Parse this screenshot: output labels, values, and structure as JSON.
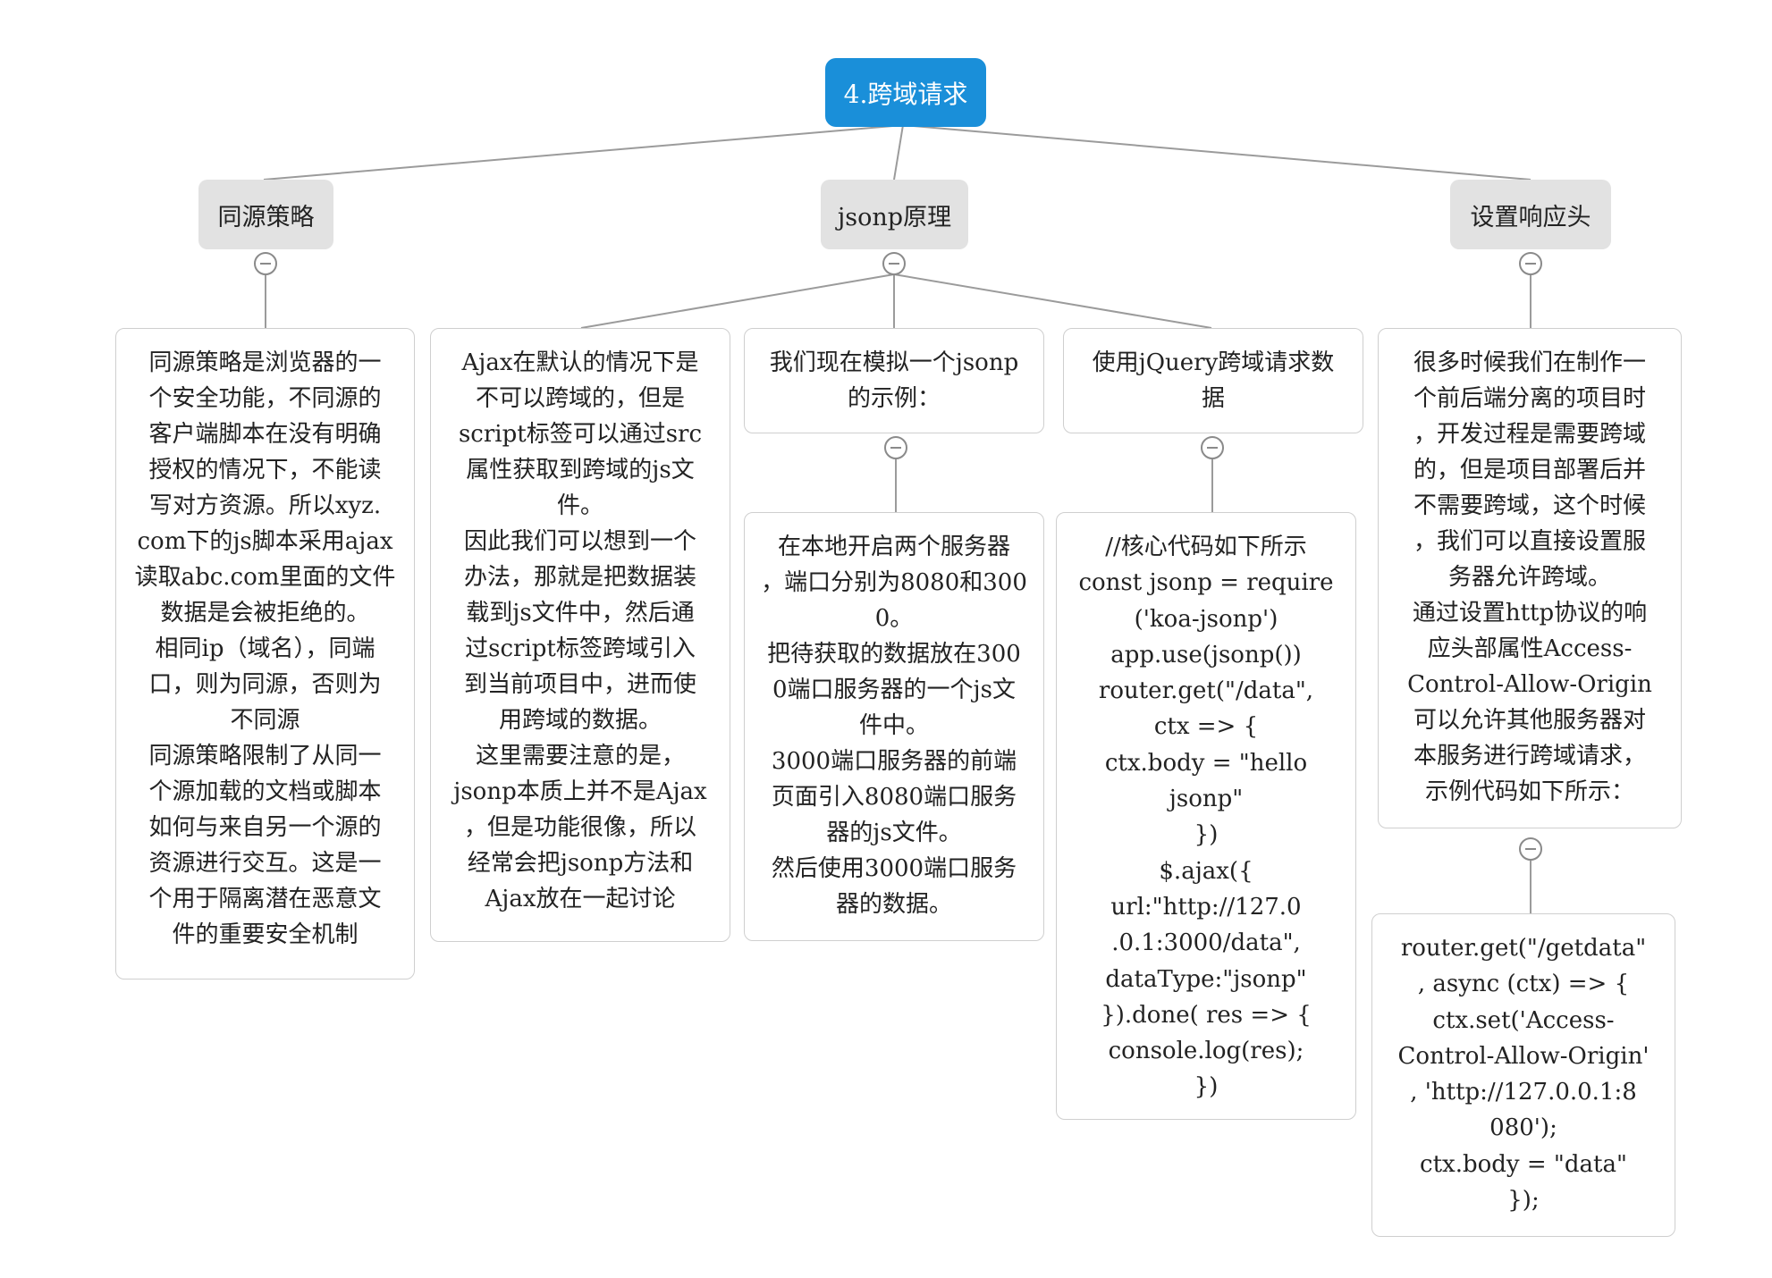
{
  "root": {
    "label": "4.跨域请求"
  },
  "branches": [
    {
      "label": "同源策略"
    },
    {
      "label": "jsonp原理"
    },
    {
      "label": "设置响应头"
    }
  ],
  "leaves": {
    "same_origin": {
      "lines": [
        "同源策略是浏览器的一",
        "个安全功能，不同源的",
        "客户端脚本在没有明确",
        "授权的情况下，不能读",
        "写对方资源。所以xyz.",
        "com下的js脚本采用ajax",
        "读取abc.com里面的文件",
        "数据是会被拒绝的。",
        "相同ip（域名），同端",
        "口，则为同源，否则为",
        "不同源",
        "同源策略限制了从同一",
        "个源加载的文档或脚本",
        "如何与来自另一个源的",
        "资源进行交互。这是一",
        "个用于隔离潜在恶意文",
        "件的重要安全机制"
      ]
    },
    "jsonp_ajax": {
      "lines": [
        "Ajax在默认的情况下是",
        "不可以跨域的，但是",
        "script标签可以通过src",
        "属性获取到跨域的js文",
        "件。",
        "因此我们可以想到一个",
        "办法，那就是把数据装",
        "载到js文件中，然后通",
        "过script标签跨域引入",
        "到当前项目中，进而使",
        "用跨域的数据。",
        "这里需要注意的是，",
        "jsonp本质上并不是Ajax",
        "，但是功能很像，所以",
        "经常会把jsonp方法和",
        "Ajax放在一起讨论"
      ]
    },
    "jsonp_example": {
      "lines": [
        "我们现在模拟一个jsonp",
        "的示例："
      ]
    },
    "jsonp_example_detail": {
      "lines": [
        "在本地开启两个服务器",
        "，端口分别为8080和300",
        "0。",
        "把待获取的数据放在300",
        "0端口服务器的一个js文",
        "件中。",
        "3000端口服务器的前端",
        "页面引入8080端口服务",
        "器的js文件。",
        "然后使用3000端口服务",
        "器的数据。"
      ]
    },
    "jquery": {
      "lines": [
        "使用jQuery跨域请求数",
        "据"
      ]
    },
    "jquery_code": {
      "lines": [
        "//核心代码如下所示",
        "const jsonp = require",
        "('koa-jsonp')",
        "app.use(jsonp())",
        "router.get(\"/data\",",
        "ctx => {",
        "    ctx.body = \"hello",
        "jsonp\"",
        "})",
        "$.ajax({",
        "    url:\"http://127.0",
        ".0.1:3000/data\",",
        "    dataType:\"jsonp\"",
        "}).done( res => {",
        "    console.log(res);",
        "})"
      ]
    },
    "headers": {
      "lines": [
        "很多时候我们在制作一",
        "个前后端分离的项目时",
        "，开发过程是需要跨域",
        "的，但是项目部署后并",
        "不需要跨域，这个时候",
        "，我们可以直接设置服",
        "务器允许跨域。",
        "通过设置http协议的响",
        "应头部属性Access-",
        "Control-Allow-Origin",
        "可以允许其他服务器对",
        "本服务进行跨域请求，",
        "示例代码如下所示："
      ]
    },
    "headers_code": {
      "lines": [
        "router.get(\"/getdata\"",
        ", async (ctx) => {",
        "    ctx.set('Access-",
        "Control-Allow-Origin'",
        ", 'http://127.0.0.1:8",
        "080');",
        "    ctx.body = \"data\"",
        "});"
      ]
    }
  },
  "colors": {
    "root": "#1a8fd9",
    "branch": "#e2e2e2",
    "line": "#9b9b9b",
    "border": "#cfcfcf"
  }
}
